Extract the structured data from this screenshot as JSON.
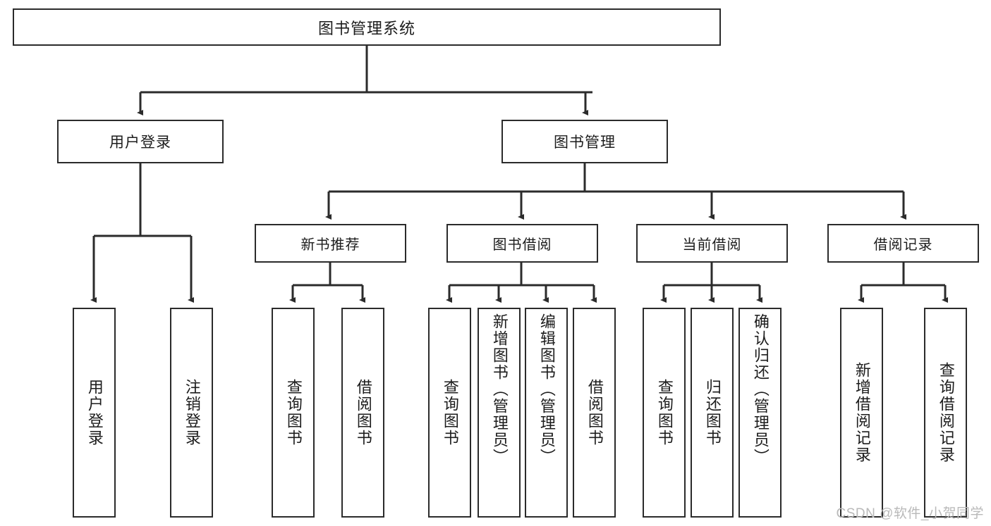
{
  "diagram": {
    "title": "图书管理系统",
    "type": "hierarchy-tree",
    "root": {
      "label": "图书管理系统"
    },
    "level1": [
      {
        "id": "user-login",
        "label": "用户登录"
      },
      {
        "id": "book-management",
        "label": "图书管理"
      }
    ],
    "level2": [
      {
        "id": "new-book-recommend",
        "label": "新书推荐",
        "parent": "book-management"
      },
      {
        "id": "book-borrow",
        "label": "图书借阅",
        "parent": "book-management"
      },
      {
        "id": "current-borrow",
        "label": "当前借阅",
        "parent": "book-management"
      },
      {
        "id": "borrow-record",
        "label": "借阅记录",
        "parent": "book-management"
      }
    ],
    "leaves": [
      {
        "id": "leaf-user-login",
        "label": "用户登录",
        "parent": "user-login"
      },
      {
        "id": "leaf-logout-login",
        "label": "注销登录",
        "parent": "user-login"
      },
      {
        "id": "leaf-query-book-1",
        "label": "查询图书",
        "parent": "new-book-recommend"
      },
      {
        "id": "leaf-borrow-book-1",
        "label": "借阅图书",
        "parent": "new-book-recommend"
      },
      {
        "id": "leaf-query-book-2",
        "label": "查询图书",
        "parent": "book-borrow"
      },
      {
        "id": "leaf-add-book",
        "label": "新增图书（管理员）",
        "parent": "book-borrow"
      },
      {
        "id": "leaf-edit-book",
        "label": "编辑图书（管理员）",
        "parent": "book-borrow"
      },
      {
        "id": "leaf-borrow-book-2",
        "label": "借阅图书",
        "parent": "book-borrow"
      },
      {
        "id": "leaf-query-book-3",
        "label": "查询图书",
        "parent": "current-borrow"
      },
      {
        "id": "leaf-return-book",
        "label": "归还图书",
        "parent": "current-borrow"
      },
      {
        "id": "leaf-confirm-return",
        "label": "确认归还（管理员）",
        "parent": "current-borrow"
      },
      {
        "id": "leaf-add-record",
        "label": "新增借阅记录",
        "parent": "borrow-record"
      },
      {
        "id": "leaf-query-record",
        "label": "查询借阅记录",
        "parent": "borrow-record"
      }
    ],
    "watermark": "CSDN @软件_小贺同学",
    "colors": {
      "stroke": "#2b2b2b",
      "background": "#ffffff",
      "text": "#1c1c1c",
      "watermark": "#b9b9b9"
    }
  }
}
